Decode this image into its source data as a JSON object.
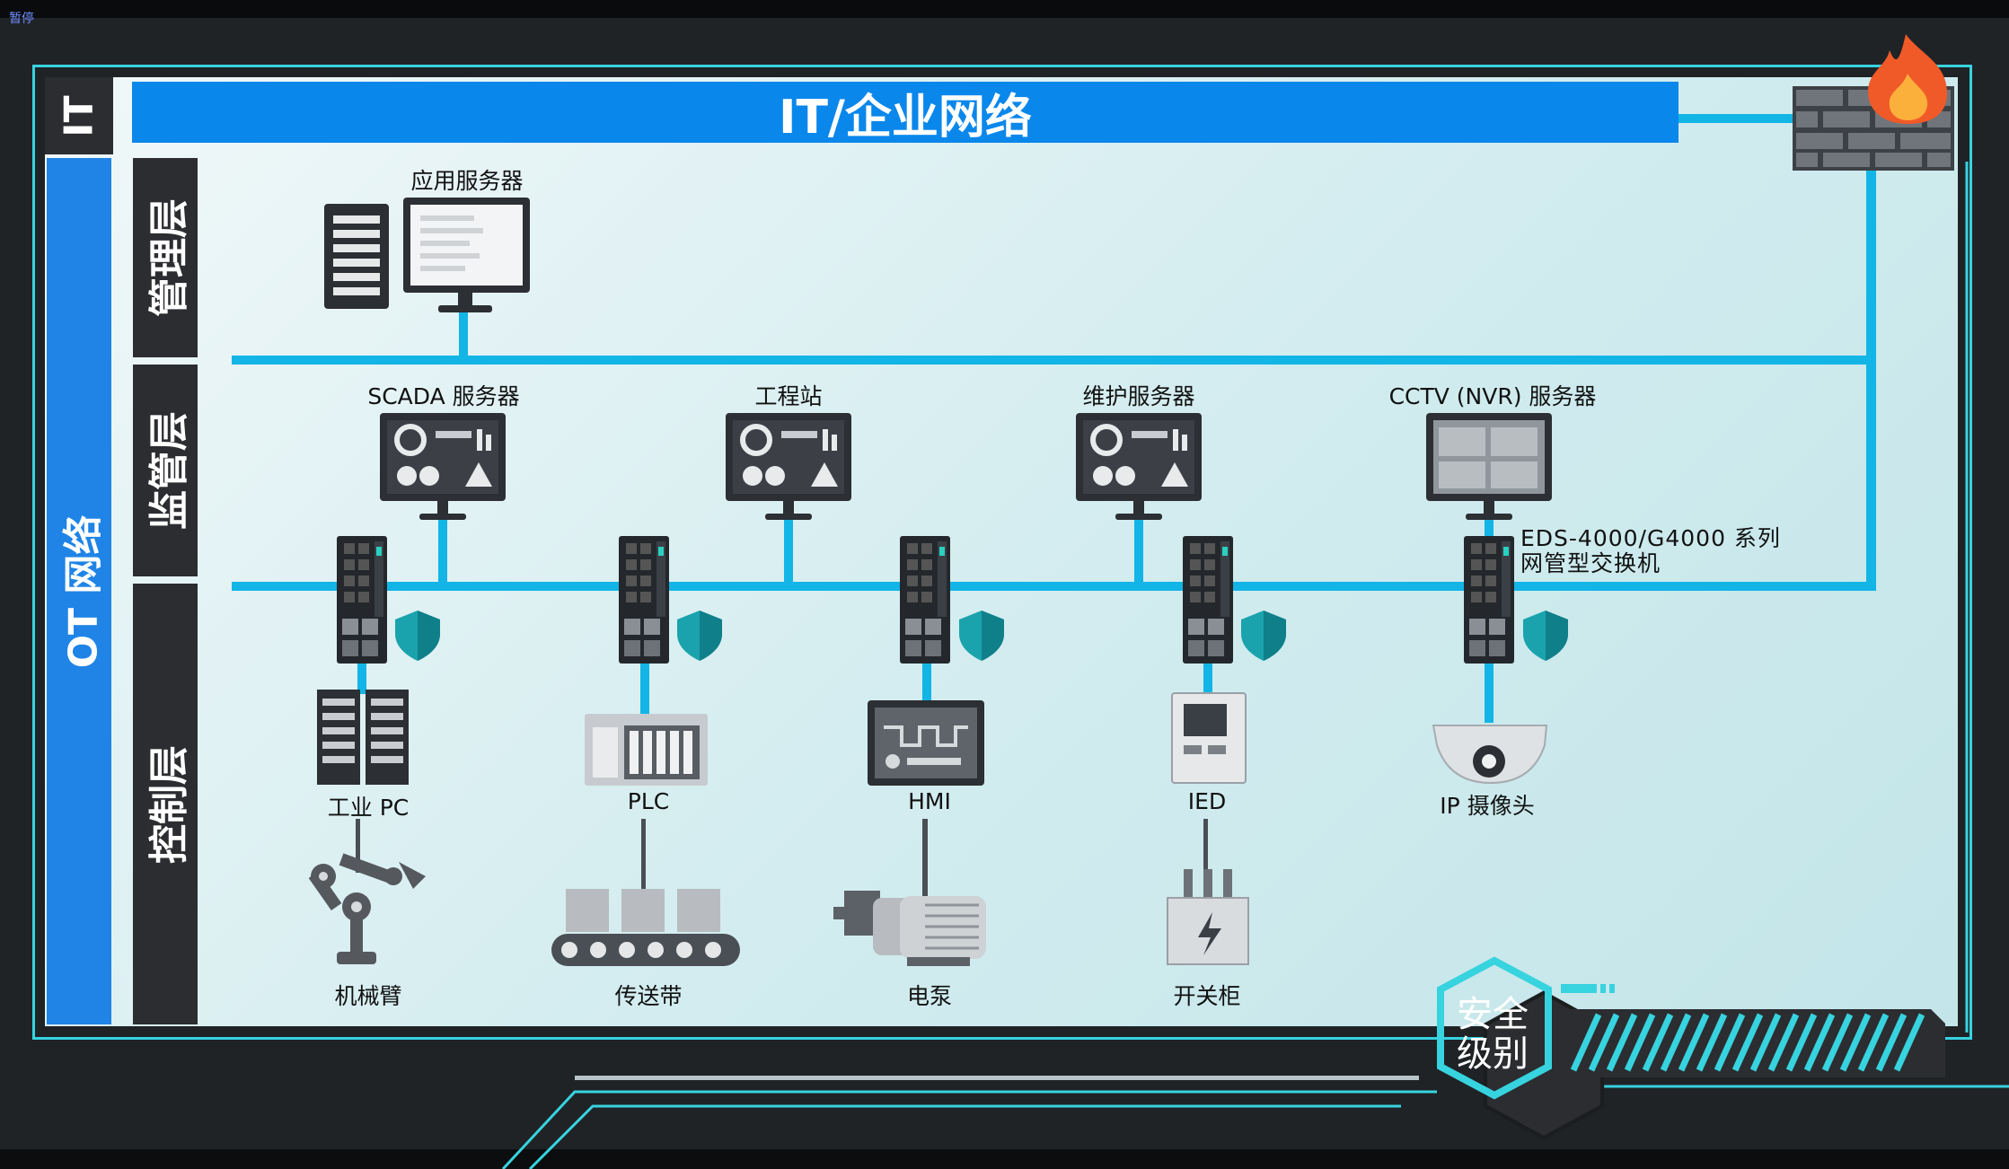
{
  "pause_label": "暂停",
  "it_tag": "IT",
  "ot_network_label": "OT 网络",
  "it_network_title": "IT/企业网络",
  "layers": {
    "management": "管理层",
    "supervisory": "监管层",
    "control": "控制层"
  },
  "management_device": "应用服务器",
  "supervisory_devices": [
    "SCADA 服务器",
    "工程站",
    "维护服务器",
    "CCTV (NVR) 服务器"
  ],
  "switch_label_line1": "EDS-4000/G4000 系列",
  "switch_label_line2": "网管型交换机",
  "control_devices": [
    "工业 PC",
    "PLC",
    "HMI",
    "IED",
    "IP 摄像头"
  ],
  "field_devices": [
    "机械臂",
    "传送带",
    "电泵",
    "开关柜"
  ],
  "security_badge_line1": "安全",
  "security_badge_line2": "级别",
  "colors": {
    "accent": "#0a87eb",
    "link": "#12b5e6",
    "frame": "#37d3df",
    "dark": "#2b2d30",
    "shield": "#1aa3ad"
  }
}
